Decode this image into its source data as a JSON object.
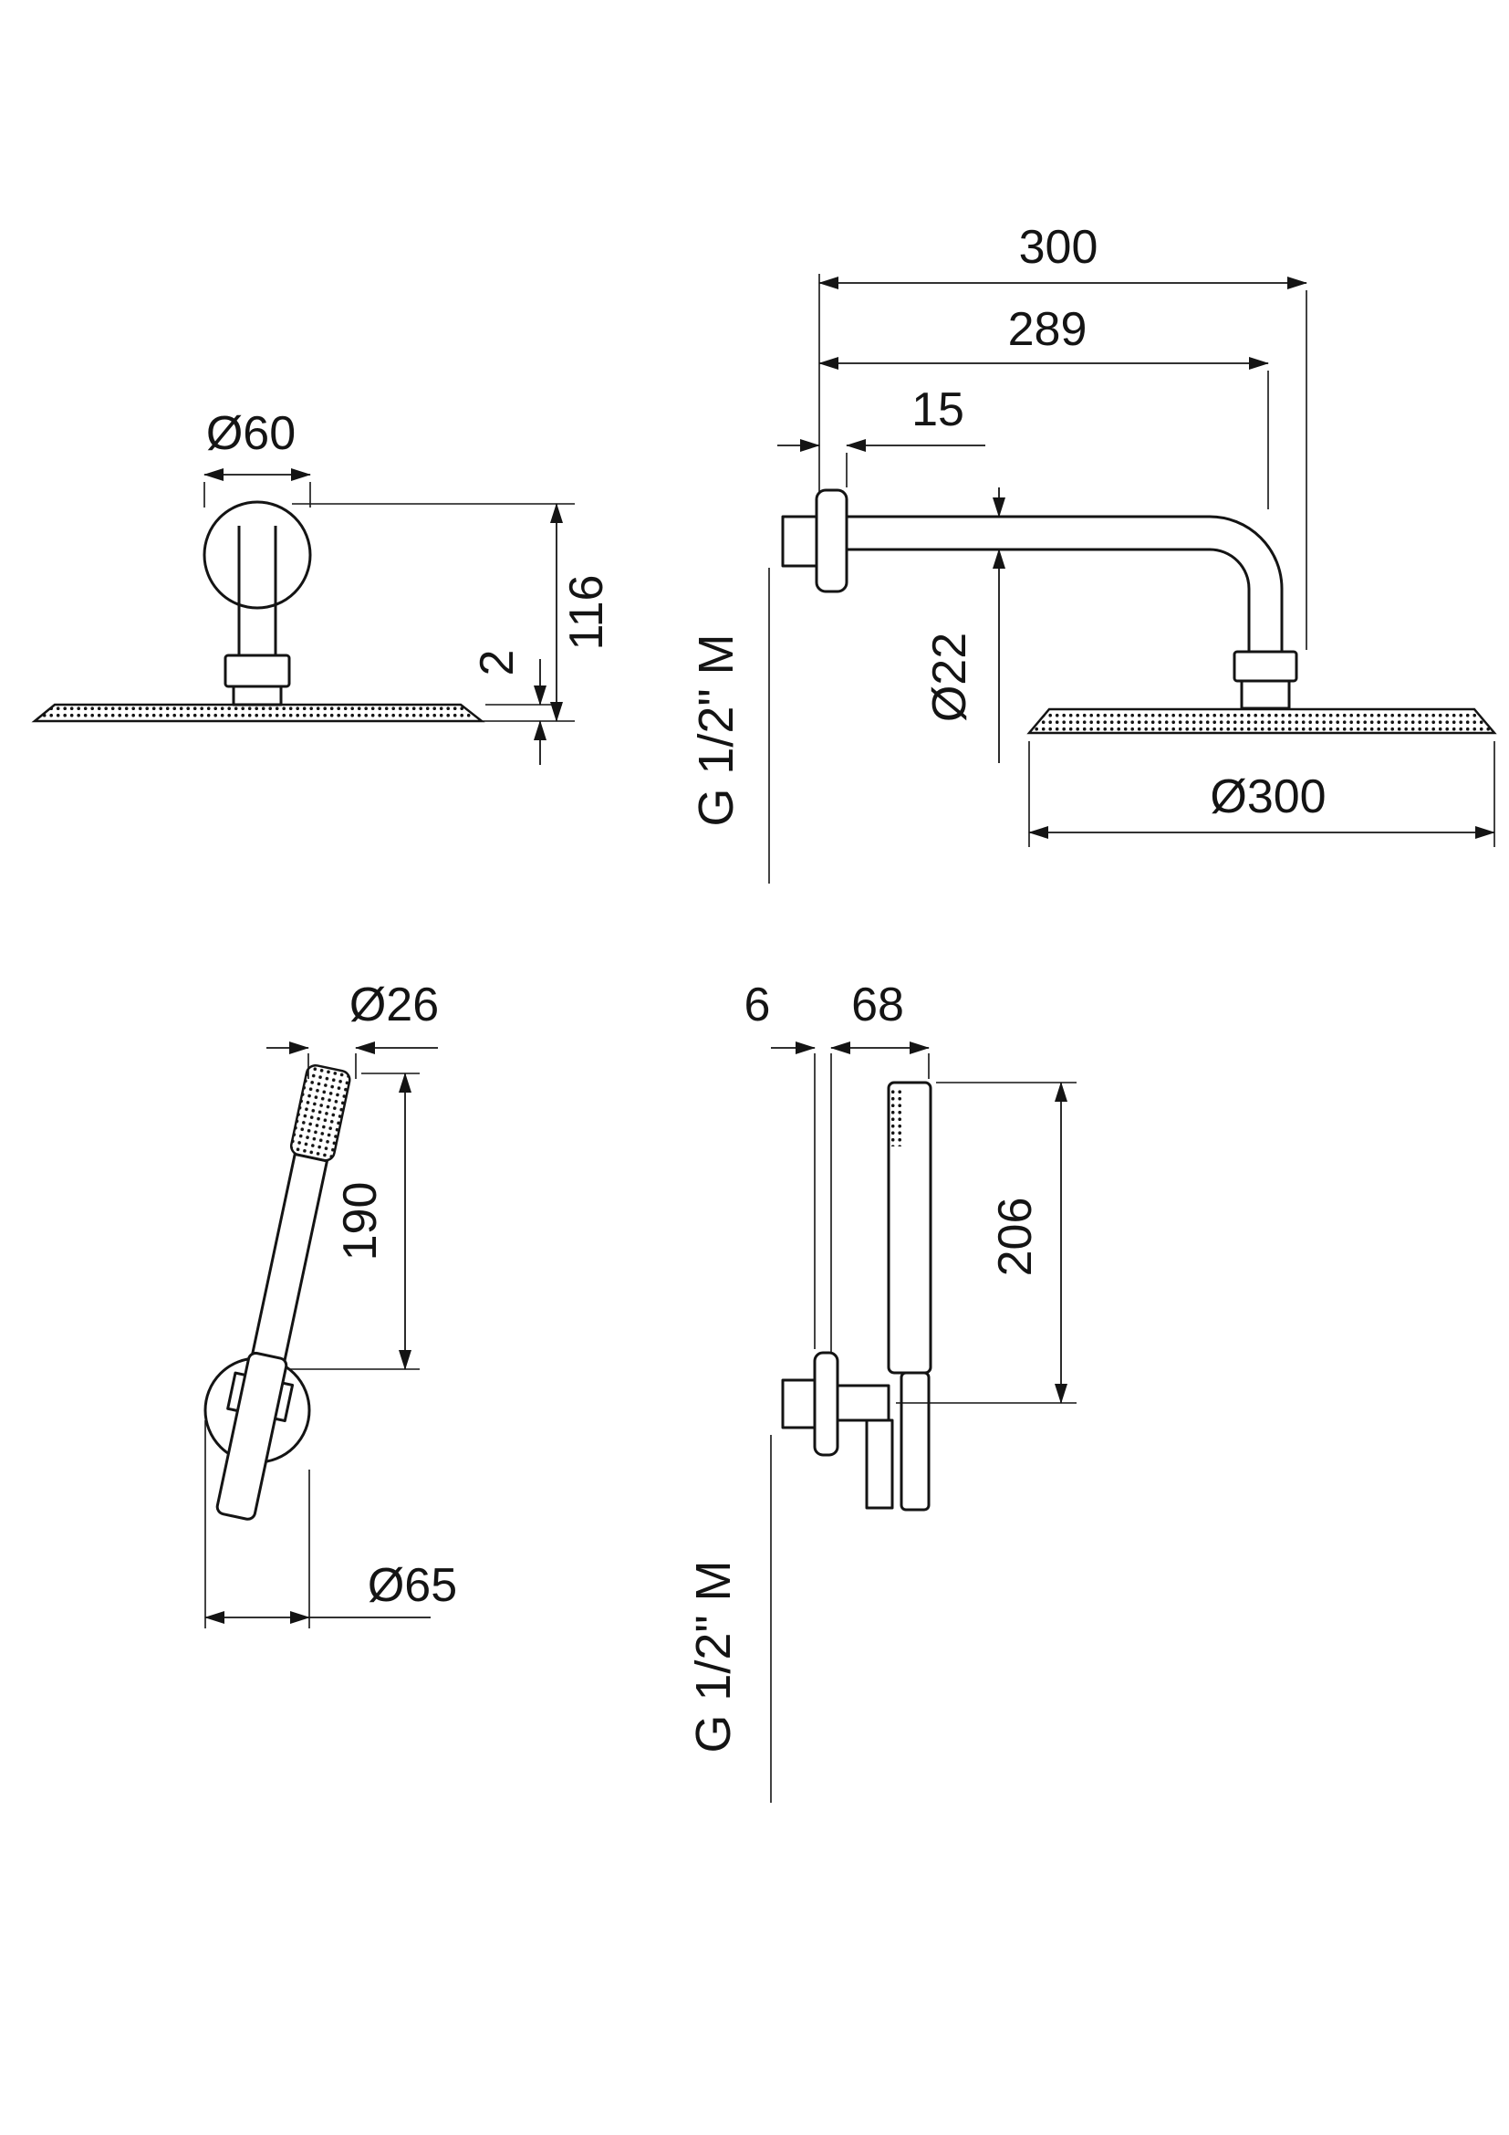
{
  "page": {
    "background": "#ffffff",
    "ink": "#141414"
  },
  "views": {
    "overhead_front": {
      "dims": {
        "bracket_diameter": "Ø60",
        "drop_height": "116",
        "plate_thickness": "2"
      }
    },
    "overhead_side": {
      "dims": {
        "total_projection": "300",
        "arm_length": "289",
        "flange_depth": "15",
        "arm_diameter": "Ø22",
        "thread": "G 1/2\" M",
        "head_diameter": "Ø300"
      }
    },
    "hand_front": {
      "dims": {
        "handle_diameter": "Ø26",
        "handle_length": "190",
        "holder_diameter": "Ø65"
      }
    },
    "hand_side": {
      "dims": {
        "wall_clearance": "6",
        "holder_reach": "68",
        "overall_length": "206",
        "thread": "G 1/2\" M"
      }
    }
  }
}
